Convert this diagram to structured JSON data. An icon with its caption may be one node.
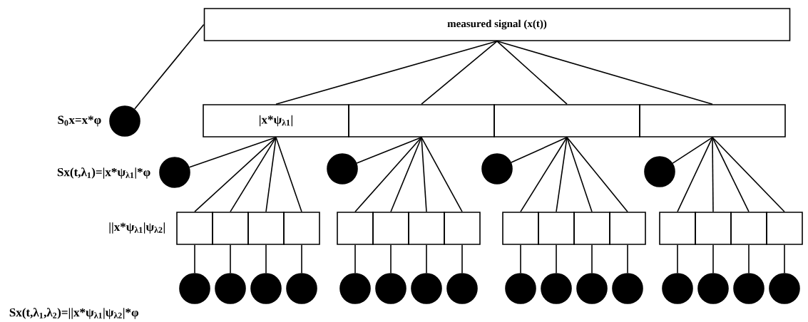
{
  "diagram": {
    "nodes": [
      {
        "text": [
          "measured signal (x(t))"
        ]
      },
      {
        "text": [],
        "shape": "circle"
      },
      {
        "text": [
          "|x*ψ$_{λ1}$|"
        ]
      },
      {
        "text": [],
        "shape": "box"
      },
      {
        "text": [],
        "shape": "box"
      },
      {
        "text": [],
        "shape": "box"
      },
      {
        "text": [],
        "shape": "circle"
      },
      {
        "text": [],
        "shape": "circle"
      },
      {
        "text": [],
        "shape": "circle"
      },
      {
        "text": [],
        "shape": "circle"
      },
      {
        "text": [],
        "shape": "box"
      },
      {
        "text": [],
        "shape": "box"
      },
      {
        "text": [],
        "shape": "box"
      },
      {
        "text": [],
        "shape": "box"
      },
      {
        "text": [],
        "shape": "box"
      },
      {
        "text": [],
        "shape": "box"
      },
      {
        "text": [],
        "shape": "box"
      },
      {
        "text": [],
        "shape": "box"
      },
      {
        "text": [],
        "shape": "box"
      },
      {
        "text": [],
        "shape": "box"
      },
      {
        "text": [],
        "shape": "box"
      },
      {
        "text": [],
        "shape": "box"
      },
      {
        "text": [],
        "shape": "box"
      },
      {
        "text": [],
        "shape": "box"
      },
      {
        "text": [],
        "shape": "box"
      },
      {
        "text": [],
        "shape": "box"
      },
      {
        "text": [],
        "shape": "circle"
      },
      {
        "text": [],
        "shape": "circle"
      },
      {
        "text": [],
        "shape": "circle"
      },
      {
        "text": [],
        "shape": "circle"
      },
      {
        "text": [],
        "shape": "circle"
      },
      {
        "text": [],
        "shape": "circle"
      },
      {
        "text": [],
        "shape": "circle"
      },
      {
        "text": [],
        "shape": "circle"
      },
      {
        "text": [],
        "shape": "circle"
      },
      {
        "text": [],
        "shape": "circle"
      },
      {
        "text": [],
        "shape": "circle"
      },
      {
        "text": [],
        "shape": "circle"
      },
      {
        "text": [],
        "shape": "circle"
      },
      {
        "text": [],
        "shape": "circle"
      },
      {
        "text": [],
        "shape": "circle"
      },
      {
        "text": [],
        "shape": "circle"
      }
    ],
    "edges": [
      {
        "from": 0,
        "to": 1,
        "arrow": "none"
      },
      {
        "from": 0,
        "to": 2,
        "arrow": "none"
      },
      {
        "from": 0,
        "to": 3,
        "arrow": "none"
      },
      {
        "from": 0,
        "to": 4,
        "arrow": "none"
      },
      {
        "from": 0,
        "to": 5,
        "arrow": "none"
      },
      {
        "from": 2,
        "to": 6,
        "arrow": "none"
      },
      {
        "from": 2,
        "to": 10,
        "arrow": "none"
      },
      {
        "from": 2,
        "to": 11,
        "arrow": "none"
      },
      {
        "from": 2,
        "to": 12,
        "arrow": "none"
      },
      {
        "from": 2,
        "to": 13,
        "arrow": "none"
      },
      {
        "from": 3,
        "to": 7,
        "arrow": "none"
      },
      {
        "from": 3,
        "to": 14,
        "arrow": "none"
      },
      {
        "from": 3,
        "to": 15,
        "arrow": "none"
      },
      {
        "from": 3,
        "to": 16,
        "arrow": "none"
      },
      {
        "from": 3,
        "to": 17,
        "arrow": "none"
      },
      {
        "from": 4,
        "to": 8,
        "arrow": "none"
      },
      {
        "from": 4,
        "to": 18,
        "arrow": "none"
      },
      {
        "from": 4,
        "to": 19,
        "arrow": "none"
      },
      {
        "from": 4,
        "to": 20,
        "arrow": "none"
      },
      {
        "from": 4,
        "to": 21,
        "arrow": "none"
      },
      {
        "from": 5,
        "to": 9,
        "arrow": "none"
      },
      {
        "from": 5,
        "to": 22,
        "arrow": "none"
      },
      {
        "from": 5,
        "to": 23,
        "arrow": "none"
      },
      {
        "from": 5,
        "to": 24,
        "arrow": "none"
      },
      {
        "from": 5,
        "to": 25,
        "arrow": "none"
      },
      {
        "from": 10,
        "to": 26,
        "arrow": "none"
      },
      {
        "from": 11,
        "to": 27,
        "arrow": "none"
      },
      {
        "from": 12,
        "to": 28,
        "arrow": "none"
      },
      {
        "from": 13,
        "to": 29,
        "arrow": "none"
      },
      {
        "from": 14,
        "to": 30,
        "arrow": "none"
      },
      {
        "from": 15,
        "to": 31,
        "arrow": "none"
      },
      {
        "from": 16,
        "to": 32,
        "arrow": "none"
      },
      {
        "from": 17,
        "to": 33,
        "arrow": "none"
      },
      {
        "from": 18,
        "to": 34,
        "arrow": "none"
      },
      {
        "from": 19,
        "to": 35,
        "arrow": "none"
      },
      {
        "from": 20,
        "to": 36,
        "arrow": "none"
      },
      {
        "from": 21,
        "to": 37,
        "arrow": "none"
      },
      {
        "from": 22,
        "to": 38,
        "arrow": "none"
      },
      {
        "from": 23,
        "to": 39,
        "arrow": "none"
      },
      {
        "from": 24,
        "to": 40,
        "arrow": "none"
      },
      {
        "from": 25,
        "to": 41,
        "arrow": "none"
      }
    ],
    "labels": [
      "S$_{0}$x=x*φ",
      "Sx(t,λ$_{1}$)=|x*ψ$_{λ1}$|*φ",
      "||x*ψ$_{λ1}$|ψ$_{λ2}$|",
      "Sx(t,λ$_{1}$,λ$_{2}$)=||x*ψ$_{λ1}$|ψ$_{λ2}$|*φ"
    ]
  }
}
